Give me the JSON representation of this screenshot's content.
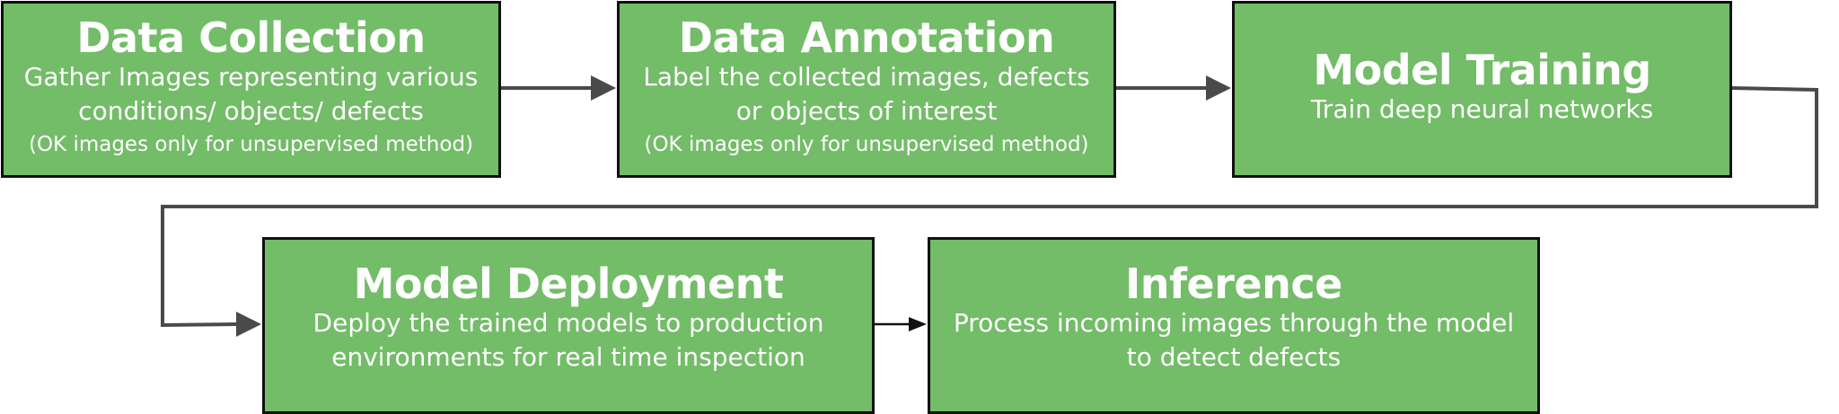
{
  "diagram": {
    "steps": [
      {
        "title": "Data Collection",
        "lines": [
          "Gather Images representing various",
          "conditions/ objects/ defects"
        ],
        "note": "(OK images only for unsupervised method)"
      },
      {
        "title": "Data Annotation",
        "lines": [
          "Label the collected images, defects",
          "or objects of interest"
        ],
        "note": "(OK images only for unsupervised method)"
      },
      {
        "title": "Model Training",
        "lines": [
          "Train deep neural networks"
        ]
      },
      {
        "title": "Model Deployment",
        "lines": [
          "Deploy the trained models to production",
          "environments for real time inspection"
        ]
      },
      {
        "title": "Inference",
        "lines": [
          "Process incoming images through the model",
          "to detect defects"
        ]
      }
    ],
    "colors": {
      "box_fill": "#73bc68",
      "box_border": "#111111",
      "text": "#ffffff",
      "arrow": "#4a4a4a",
      "arrow_dark": "#111111"
    }
  }
}
